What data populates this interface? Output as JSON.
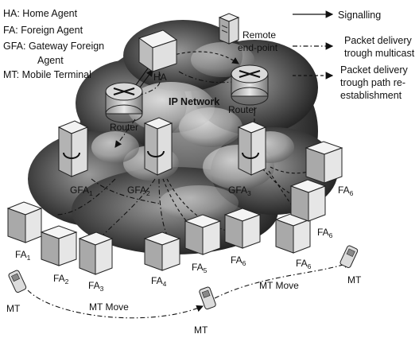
{
  "key_entries": [
    "HA: Home Agent",
    "FA: Foreign Agent",
    "GFA: Gateway Foreign",
    "Agent",
    "MT: Mobile Terminal"
  ],
  "line_legend": [
    {
      "style": "solid",
      "label_lines": [
        "Signalling"
      ]
    },
    {
      "style": "dash-dot",
      "label_lines": [
        "Packet delivery",
        "trough multicast"
      ]
    },
    {
      "style": "dashed",
      "label_lines": [
        "Packet delivery",
        "trough path re-",
        "establishment"
      ]
    }
  ],
  "network": {
    "cloud_label": "IP Network",
    "ha": "HA",
    "remote": [
      "Remote",
      "end-point"
    ],
    "routers": [
      "Router",
      "Router"
    ],
    "gfa": [
      {
        "base": "GFA",
        "sub": "1"
      },
      {
        "base": "GFA",
        "sub": "2"
      },
      {
        "base": "GFA",
        "sub": "3"
      }
    ],
    "fa": [
      {
        "base": "FA",
        "sub": "1"
      },
      {
        "base": "FA",
        "sub": "2"
      },
      {
        "base": "FA",
        "sub": "3"
      },
      {
        "base": "FA",
        "sub": "4"
      },
      {
        "base": "FA",
        "sub": "5"
      },
      {
        "base": "FA",
        "sub": "6"
      },
      {
        "base": "FA",
        "sub": "6"
      },
      {
        "base": "FA",
        "sub": "6"
      },
      {
        "base": "FA",
        "sub": "6"
      }
    ],
    "mt": [
      "MT",
      "MT",
      "MT"
    ],
    "moves": [
      "MT Move",
      "MT Move"
    ]
  },
  "colors": {
    "cloud_dark": "#2b2b2b",
    "cloud_mid": "#6e6e6e",
    "cloud_light": "#cfcfcf",
    "box_face": "#e6e6e6",
    "box_side": "#a9a9a9",
    "box_top": "#f4f4f4",
    "line": "#111111"
  }
}
